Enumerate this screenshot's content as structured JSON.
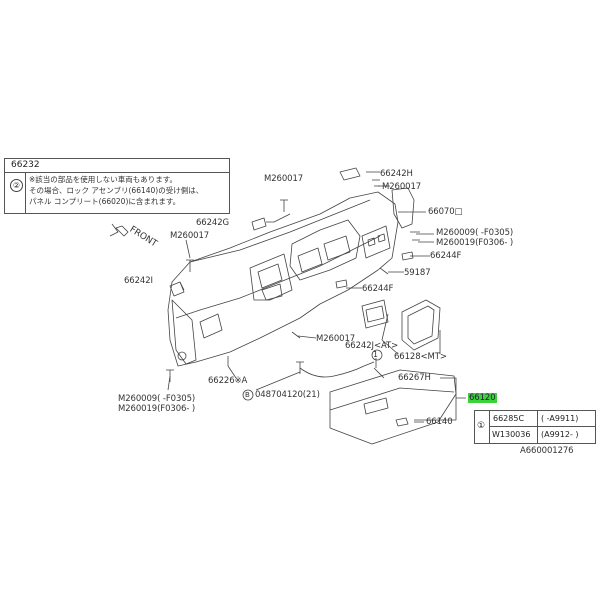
{
  "note": {
    "id": "66232",
    "marker": "②",
    "lines": [
      "※該当の部品を使用しない車両もあります。",
      "その場合、ロック アセンブリ(66140)の受け側は、",
      "パネル コンプリート(66020)に含まれます。"
    ]
  },
  "front_label": "FRONT",
  "callouts": {
    "c66242H": "66242H",
    "cM260017_a": "M260017",
    "cM260017_b": "M260017",
    "cM260017_c": "M260017",
    "cM260017_d": "M260017",
    "c66070": "66070□",
    "c66242G": "66242G",
    "cM260009_r": "M260009( -F0305)",
    "cM260019_r": "M260019(F0306- )",
    "c66244F_a": "66244F",
    "c66244F_b": "66244F",
    "c59187": "59187",
    "c66242I": "66242I",
    "c66242J": "66242J<AT>",
    "c66128": "66128<MT>",
    "c66226": "66226※A",
    "c66267H": "66267H",
    "cM260009_l": "M260009( -F0305)",
    "cM260019_l": "M260019(F0306- )",
    "c048704120": "048704120(21)",
    "c66120": "66120",
    "c66140": "66140",
    "marker_B": "B",
    "marker_1": "1"
  },
  "table": {
    "marker": "①",
    "rows": [
      {
        "part": "66285C",
        "range": "( -A9911)"
      },
      {
        "part": "W130036",
        "range": "(A9912- )"
      }
    ]
  },
  "footer_code": "A660001276",
  "colors": {
    "highlight": "#3cd23c",
    "line": "#444444"
  }
}
